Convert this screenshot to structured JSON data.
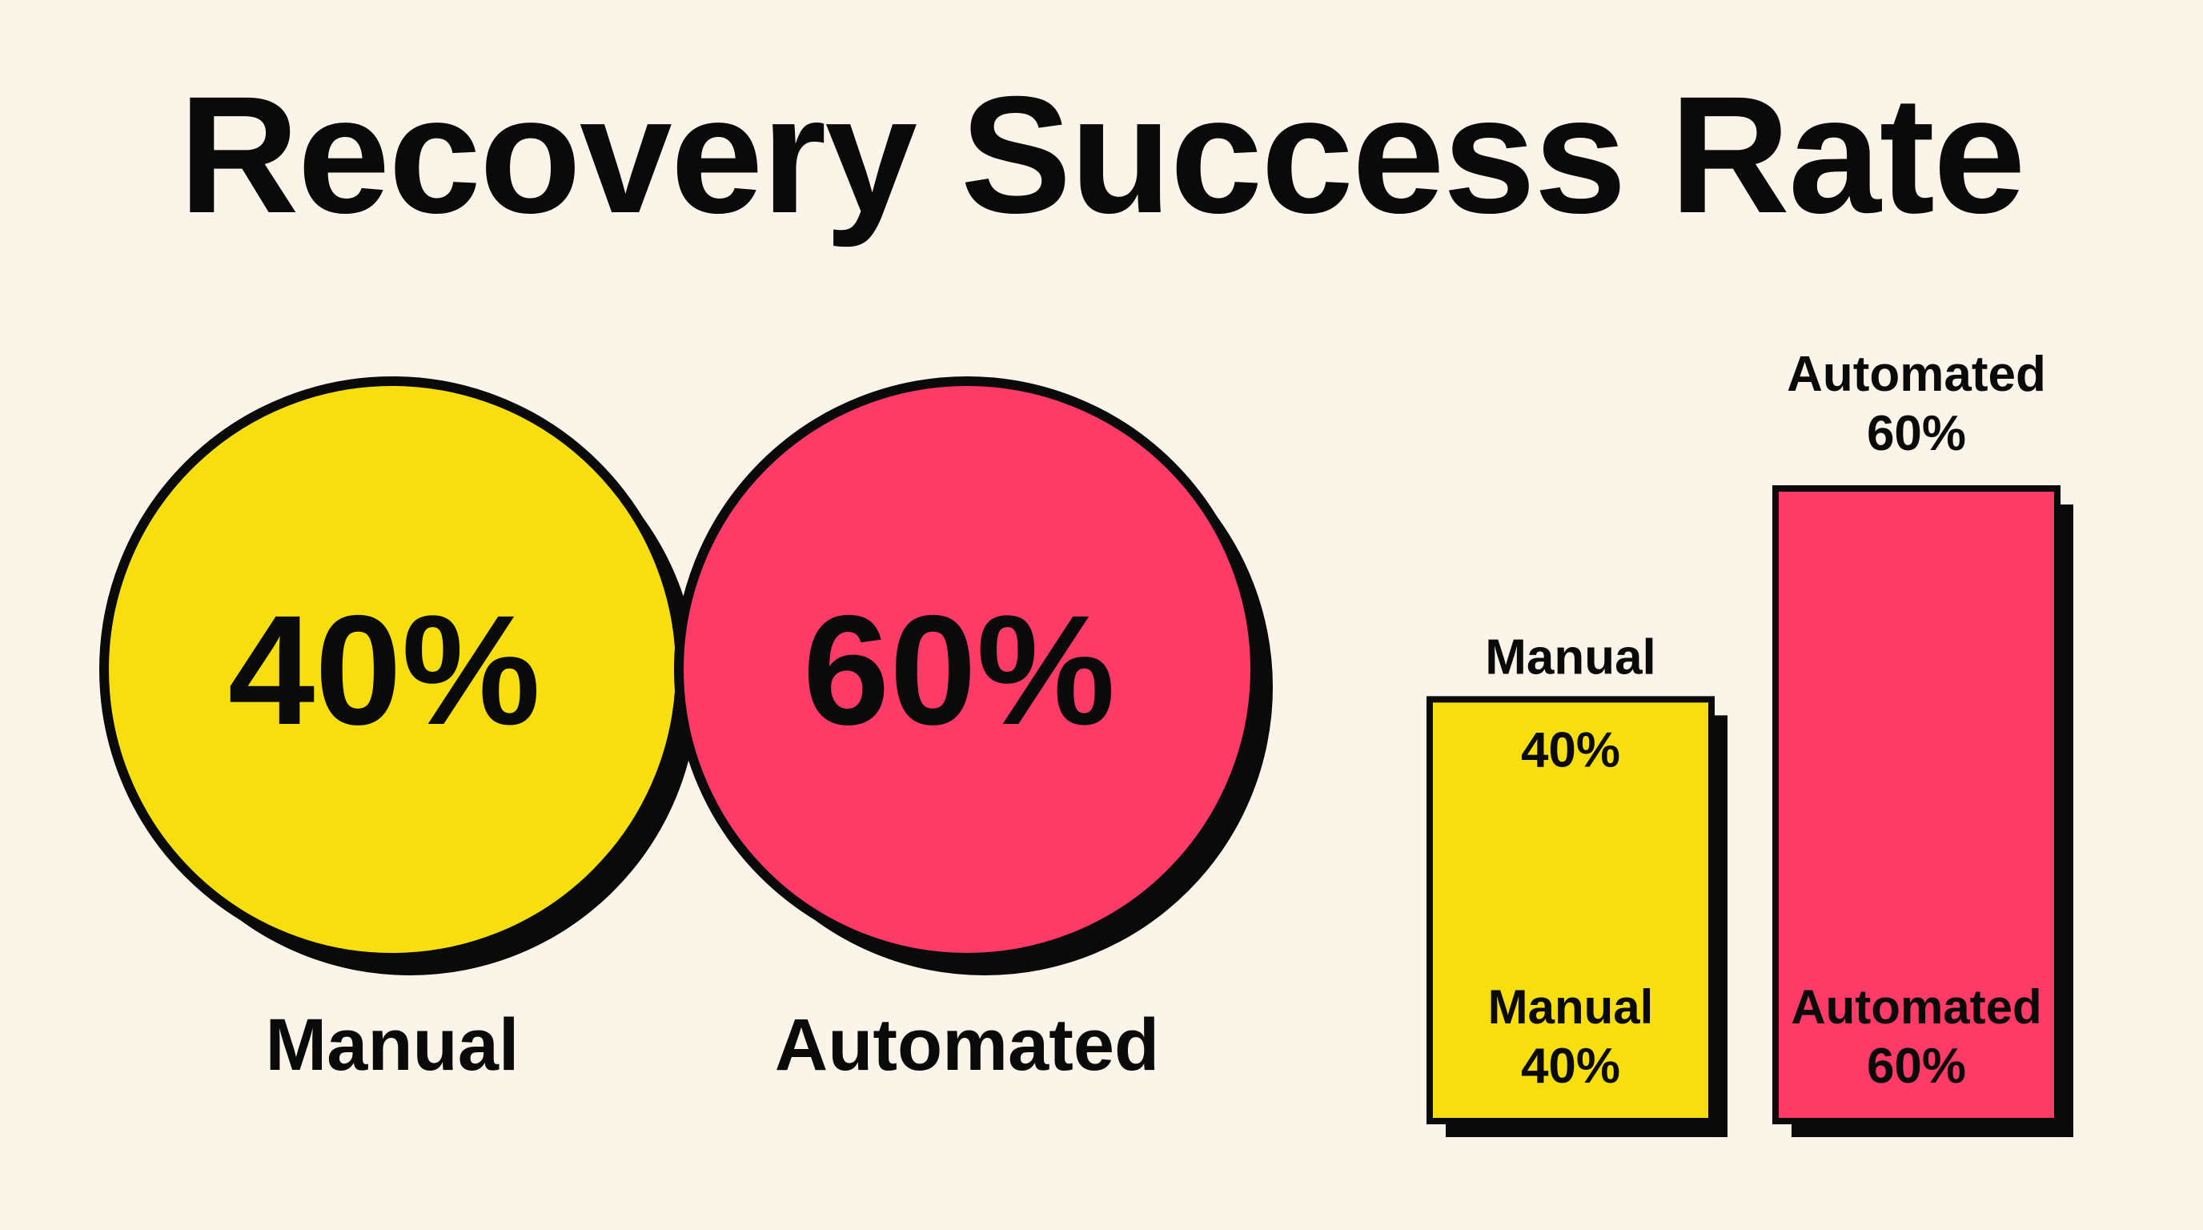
{
  "title": "Recovery Success Rate",
  "colors": {
    "background": "#FBF4E8",
    "manual": "#F7DF0F",
    "automated": "#FE3A66",
    "outline": "#0a0a0a"
  },
  "chart_data": [
    {
      "type": "pie",
      "style": "circles",
      "categories": [
        "Manual",
        "Automated"
      ],
      "values": [
        40,
        60
      ],
      "value_labels": [
        "40%",
        "60%"
      ]
    },
    {
      "type": "bar",
      "categories": [
        "Manual",
        "Automated"
      ],
      "values": [
        40,
        60
      ],
      "value_labels": [
        "40%",
        "60%"
      ],
      "unit": "%",
      "ylim": [
        0,
        60
      ],
      "grid": false,
      "top_labels": [
        {
          "category": "Manual",
          "value": ""
        },
        {
          "category": "Automated",
          "value": "60%"
        }
      ],
      "inside_top_labels": [
        "40%",
        ""
      ],
      "bottom_labels": [
        {
          "category": "Manual",
          "value": "40%"
        },
        {
          "category": "Automated",
          "value": "60%"
        }
      ]
    }
  ]
}
